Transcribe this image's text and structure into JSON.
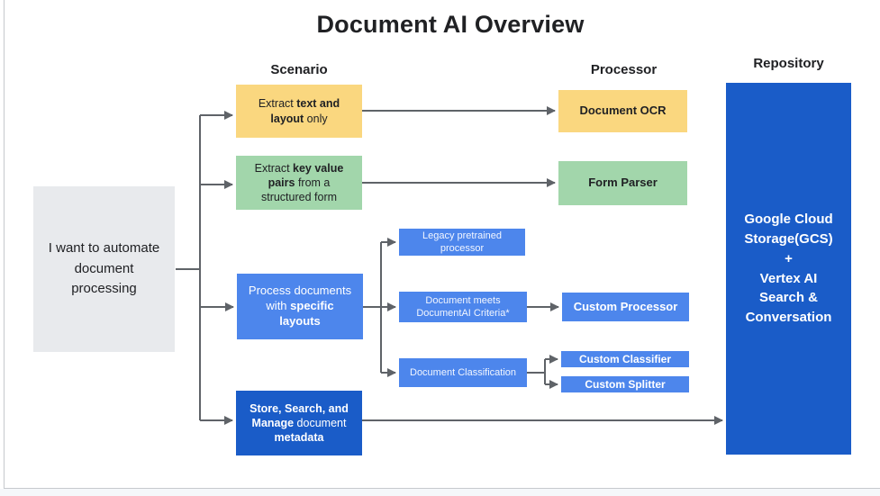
{
  "title": "Document AI Overview",
  "columns": {
    "scenario": "Scenario",
    "processor": "Processor",
    "repository": "Repository"
  },
  "colors": {
    "yellow": "#FAD77F",
    "green": "#A2D6AB",
    "blue": "#4D86EC",
    "dark_blue": "#1A5CC8",
    "gray": "#E8EAED",
    "line": "#5F6368"
  },
  "start_box": {
    "text": "I want to automate document processing"
  },
  "scenario_boxes": {
    "extract_text": [
      {
        "t": "Extract "
      },
      {
        "t": "text and layout"
      },
      {
        "t": " only"
      }
    ],
    "extract_kv": [
      {
        "t": "Extract "
      },
      {
        "t": "key value pairs"
      },
      {
        "t": " from a structured form"
      }
    ],
    "process_docs": [
      {
        "t": "Process documents with "
      },
      {
        "t": "specific layouts"
      }
    ],
    "store": [
      {
        "t": "Store, Search, and Manage"
      },
      {
        "t": " document "
      },
      {
        "t": "metadata"
      }
    ]
  },
  "decision_boxes": {
    "legacy": "Legacy pretrained processor",
    "criteria": "Document meets DocumentAI Criteria*",
    "classification": "Document Classification"
  },
  "processor_boxes": {
    "ocr": "Document OCR",
    "form_parser": "Form Parser",
    "custom_processor": "Custom Processor",
    "custom_classifier": "Custom Classifier",
    "custom_splitter": "Custom Splitter"
  },
  "repository_box": {
    "lines": [
      "Google Cloud Storage(GCS)",
      "+",
      "Vertex AI Search & Conversation"
    ]
  }
}
